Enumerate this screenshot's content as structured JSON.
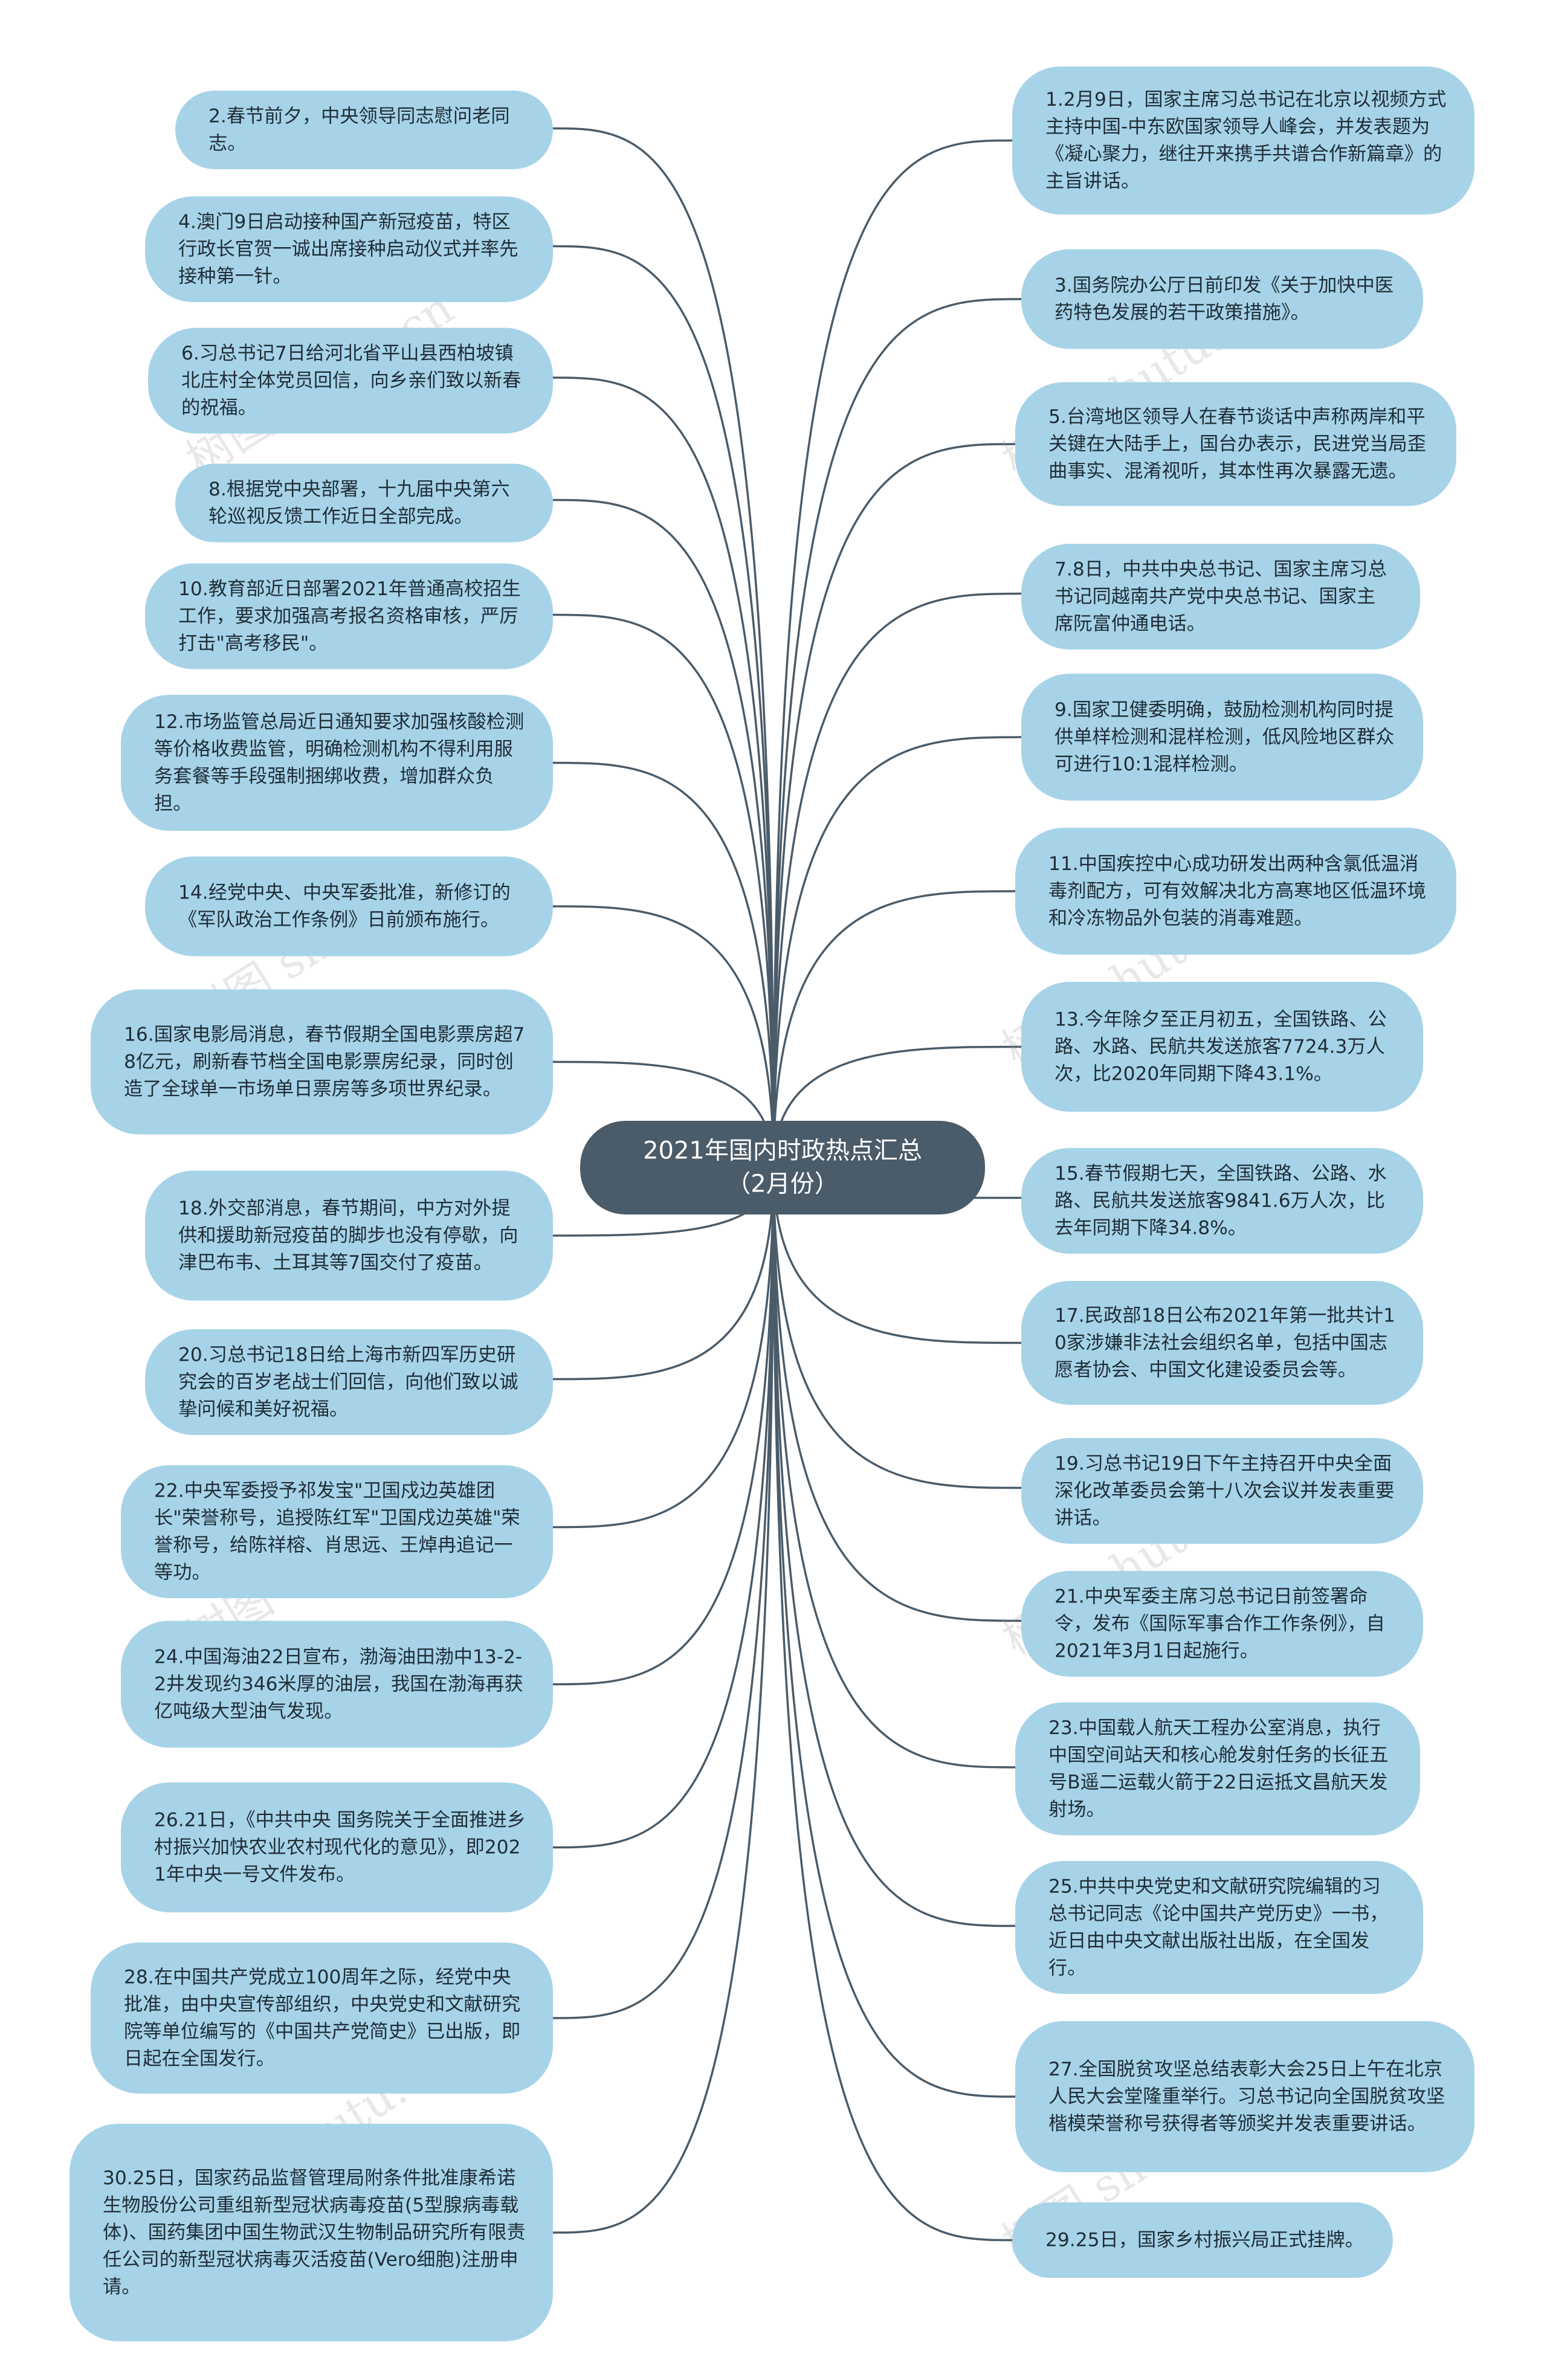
{
  "center": {
    "line1": "2021年国内时政热点汇总",
    "line2": "（2月份）"
  },
  "watermark": "树图 shutu.cn",
  "colors": {
    "node": "#a7d3e8",
    "center": "#4a5b69",
    "link": "#4a5b69"
  },
  "left_nodes": [
    "2.春节前夕，中央领导同志慰问老同志。",
    "4.澳门9日启动接种国产新冠疫苗，特区行政长官贺一诚出席接种启动仪式并率先接种第一针。",
    "6.习总书记7日给河北省平山县西柏坡镇北庄村全体党员回信，向乡亲们致以新春的祝福。",
    "8.根据党中央部署，十九届中央第六轮巡视反馈工作近日全部完成。",
    "10.教育部近日部署2021年普通高校招生工作，要求加强高考报名资格审核，严厉打击\"高考移民\"。",
    "12.市场监管总局近日通知要求加强核酸检测等价格收费监管，明确检测机构不得利用服务套餐等手段强制捆绑收费，增加群众负担。",
    "14.经党中央、中央军委批准，新修订的《军队政治工作条例》日前颁布施行。",
    "16.国家电影局消息，春节假期全国电影票房超78亿元，刷新春节档全国电影票房纪录，同时创造了全球单一市场单日票房等多项世界纪录。",
    "18.外交部消息，春节期间，中方对外提供和援助新冠疫苗的脚步也没有停歇，向津巴布韦、土耳其等7国交付了疫苗。",
    "20.习总书记18日给上海市新四军历史研究会的百岁老战士们回信，向他们致以诚挚问候和美好祝福。",
    "22.中央军委授予祁发宝\"卫国戍边英雄团长\"荣誉称号，追授陈红军\"卫国戍边英雄\"荣誉称号，给陈祥榕、肖思远、王焯冉追记一等功。",
    "24.中国海油22日宣布，渤海油田渤中13-2-2井发现约346米厚的油层，我国在渤海再获亿吨级大型油气发现。",
    "26.21日，《中共中央 国务院关于全面推进乡村振兴加快农业农村现代化的意见》，即2021年中央一号文件发布。",
    "28.在中国共产党成立100周年之际，经党中央批准，由中央宣传部组织，中央党史和文献研究院等单位编写的《中国共产党简史》已出版，即日起在全国发行。",
    "30.25日，国家药品监督管理局附条件批准康希诺生物股份公司重组新型冠状病毒疫苗(5型腺病毒载体)、国药集团中国生物武汉生物制品研究所有限责任公司的新型冠状病毒灭活疫苗(Vero细胞)注册申请。"
  ],
  "right_nodes": [
    "1.2月9日，国家主席习总书记在北京以视频方式主持中国-中东欧国家领导人峰会，并发表题为《凝心聚力，继往开来携手共谱合作新篇章》的主旨讲话。",
    "3.国务院办公厅日前印发《关于加快中医药特色发展的若干政策措施》。",
    "5.台湾地区领导人在春节谈话中声称两岸和平关键在大陆手上，国台办表示，民进党当局歪曲事实、混淆视听，其本性再次暴露无遗。",
    "7.8日，中共中央总书记、国家主席习总书记同越南共产党中央总书记、国家主席阮富仲通电话。",
    "9.国家卫健委明确，鼓励检测机构同时提供单样检测和混样检测，低风险地区群众可进行10:1混样检测。",
    "11.中国疾控中心成功研发出两种含氯低温消毒剂配方，可有效解决北方高寒地区低温环境和冷冻物品外包装的消毒难题。",
    "13.今年除夕至正月初五，全国铁路、公路、水路、民航共发送旅客7724.3万人次，比2020年同期下降43.1%。",
    "15.春节假期七天，全国铁路、公路、水路、民航共发送旅客9841.6万人次，比去年同期下降34.8%。",
    "17.民政部18日公布2021年第一批共计10家涉嫌非法社会组织名单，包括中国志愿者协会、中国文化建设委员会等。",
    "19.习总书记19日下午主持召开中央全面深化改革委员会第十八次会议并发表重要讲话。",
    "21.中央军委主席习总书记日前签署命令，发布《国际军事合作工作条例》，自2021年3月1日起施行。",
    "23.中国载人航天工程办公室消息，执行中国空间站天和核心舱发射任务的长征五号B遥二运载火箭于22日运抵文昌航天发射场。",
    "25.中共中央党史和文献研究院编辑的习总书记同志《论中国共产党历史》一书，近日由中央文献出版社出版，在全国发行。",
    "27.全国脱贫攻坚总结表彰大会25日上午在北京人民大会堂隆重举行。习总书记向全国脱贫攻坚楷模荣誉称号获得者等颁奖并发表重要讲话。",
    "29.25日，国家乡村振兴局正式挂牌。"
  ]
}
